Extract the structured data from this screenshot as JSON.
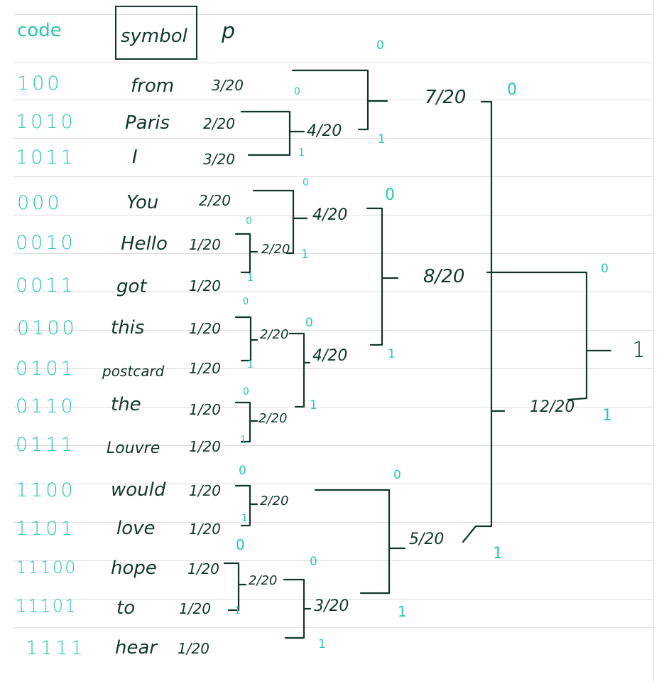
{
  "header": {
    "code": "code",
    "symbol": "symbol",
    "p": "p"
  },
  "rows": [
    {
      "code": "100",
      "symbol": "from",
      "p": "3/20"
    },
    {
      "code": "1010",
      "symbol": "Paris",
      "p": "2/20"
    },
    {
      "code": "1011",
      "symbol": "I",
      "p": "3/20"
    },
    {
      "code": "000",
      "symbol": "You",
      "p": "2/20"
    },
    {
      "code": "0010",
      "symbol": "Hello",
      "p": "1/20"
    },
    {
      "code": "0011",
      "symbol": "got",
      "p": "1/20"
    },
    {
      "code": "0100",
      "symbol": "this",
      "p": "1/20"
    },
    {
      "code": "0101",
      "symbol": "postcard",
      "p": "1/20"
    },
    {
      "code": "0110",
      "symbol": "the",
      "p": "1/20"
    },
    {
      "code": "0111",
      "symbol": "Louvre",
      "p": "1/20"
    },
    {
      "code": "1100",
      "symbol": "would",
      "p": "1/20"
    },
    {
      "code": "1101",
      "symbol": "love",
      "p": "1/20"
    },
    {
      "code": "11100",
      "symbol": "hope",
      "p": "1/20"
    },
    {
      "code": "11101",
      "symbol": "to",
      "p": "1/20"
    },
    {
      "code": "1111",
      "symbol": "hear",
      "p": "1/20"
    }
  ],
  "nodes": {
    "paris_i": "4/20",
    "from_group": "7/20",
    "hello_got": "2/20",
    "you_group": "4/20",
    "this_postcard": "2/20",
    "the_louvre": "2/20",
    "this_louvre": "4/20",
    "left_half": "8/20",
    "would_love": "2/20",
    "hope_to": "2/20",
    "hope_hear": "3/20",
    "right_sub": "5/20",
    "right_half": "12/20",
    "root": "1"
  },
  "bits": {
    "zero": "0",
    "one": "1"
  },
  "colors": {
    "teal": "#2ec4b6",
    "ink": "#12362e",
    "rule": "#dcdcdc"
  }
}
